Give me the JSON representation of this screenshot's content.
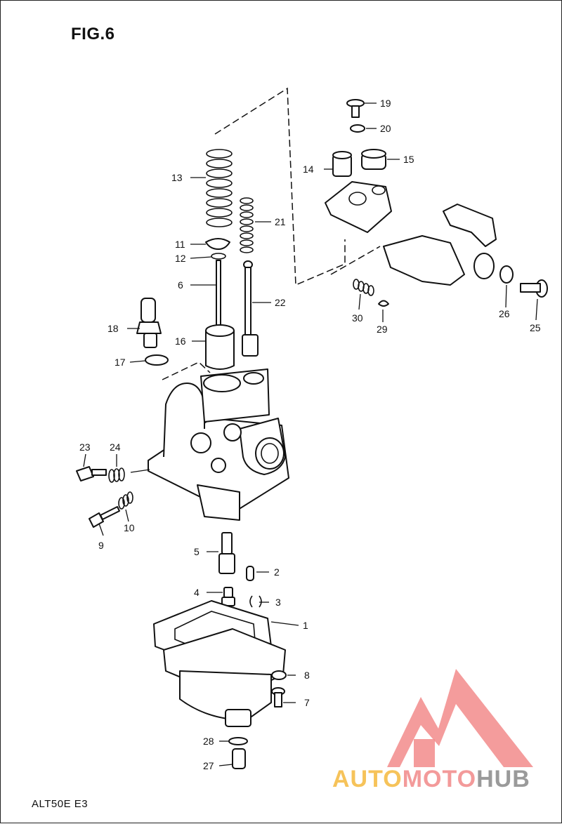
{
  "figure": {
    "title": "FIG.6",
    "footer_code": "ALT50E E3"
  },
  "watermark": {
    "part1": "AUTO",
    "part2": "MOTO",
    "part3": "HUB",
    "colors": {
      "auto": "#f6c35a",
      "moto": "#f39a9a",
      "hub": "#9a9a9a",
      "logo": "#f28b8b"
    }
  },
  "callouts": [
    {
      "id": "1",
      "text": "1"
    },
    {
      "id": "2",
      "text": "2"
    },
    {
      "id": "3",
      "text": "3"
    },
    {
      "id": "4",
      "text": "4"
    },
    {
      "id": "5",
      "text": "5"
    },
    {
      "id": "6",
      "text": "6"
    },
    {
      "id": "7",
      "text": "7"
    },
    {
      "id": "8",
      "text": "8"
    },
    {
      "id": "9",
      "text": "9"
    },
    {
      "id": "10",
      "text": "10"
    },
    {
      "id": "11",
      "text": "11"
    },
    {
      "id": "12",
      "text": "12"
    },
    {
      "id": "13",
      "text": "13"
    },
    {
      "id": "14",
      "text": "14"
    },
    {
      "id": "15",
      "text": "15"
    },
    {
      "id": "16",
      "text": "16"
    },
    {
      "id": "17",
      "text": "17"
    },
    {
      "id": "18",
      "text": "18"
    },
    {
      "id": "19",
      "text": "19"
    },
    {
      "id": "20",
      "text": "20"
    },
    {
      "id": "21",
      "text": "21"
    },
    {
      "id": "22",
      "text": "22"
    },
    {
      "id": "23",
      "text": "23"
    },
    {
      "id": "24",
      "text": "24"
    },
    {
      "id": "25",
      "text": "25"
    },
    {
      "id": "26",
      "text": "26"
    },
    {
      "id": "27",
      "text": "27"
    },
    {
      "id": "28",
      "text": "28"
    },
    {
      "id": "29",
      "text": "29"
    },
    {
      "id": "30",
      "text": "30"
    }
  ]
}
